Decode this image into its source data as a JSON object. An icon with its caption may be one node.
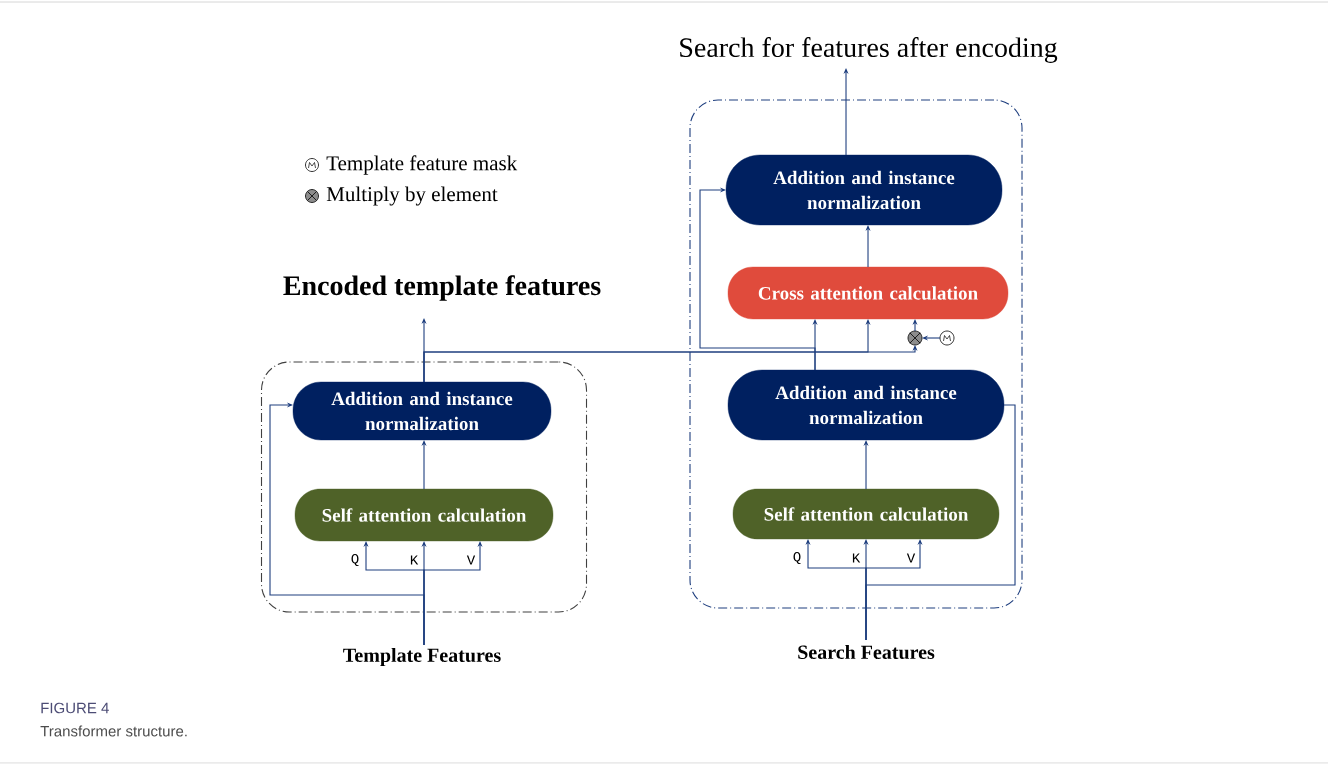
{
  "diagram": {
    "caption": "Transformer structure.",
    "nodes": [
      {
        "text": [],
        "shape": "box"
      },
      {
        "text": [
          "Addition and instance normalization"
        ],
        "in": 0
      },
      {
        "text": [
          "Self attention calculation"
        ],
        "in": 0
      },
      {
        "text": [],
        "shape": "box"
      },
      {
        "text": [
          "Addition and instance normalization"
        ],
        "in": 3
      },
      {
        "text": [
          "Cross attention calculation"
        ],
        "in": 3
      },
      {
        "text": [
          "Addition and instance normalization"
        ],
        "in": 3
      },
      {
        "text": [
          "Self attention calculation"
        ],
        "in": 3
      },
      {
        "text": [],
        "shape": "circle",
        "in": 3
      },
      {
        "text": [],
        "shape": "circle",
        "in": 3
      },
      {
        "text": [
          "Template Features"
        ]
      },
      {
        "text": [
          "Search Features"
        ]
      },
      {
        "text": [
          "Encoded template features"
        ]
      },
      {
        "text": [
          "Search for features after encoding"
        ]
      }
    ],
    "edges": [
      {
        "from": 10,
        "to": 2,
        "arrow": "to",
        "label": "Q"
      },
      {
        "from": 10,
        "to": 2,
        "arrow": "to",
        "label": "K"
      },
      {
        "from": 10,
        "to": 2,
        "arrow": "to",
        "label": "V"
      },
      {
        "from": 10,
        "to": 1,
        "arrow": "to"
      },
      {
        "from": 2,
        "to": 1,
        "arrow": "to"
      },
      {
        "from": 1,
        "to": 12,
        "arrow": "to"
      },
      {
        "from": 1,
        "to": 5,
        "arrow": "to"
      },
      {
        "from": 1,
        "to": 8,
        "arrow": "to"
      },
      {
        "from": 9,
        "to": 8,
        "arrow": "to"
      },
      {
        "from": 8,
        "to": 5,
        "arrow": "to"
      },
      {
        "from": 6,
        "to": 5,
        "arrow": "to"
      },
      {
        "from": 6,
        "to": 4,
        "arrow": "to"
      },
      {
        "from": 5,
        "to": 4,
        "arrow": "to"
      },
      {
        "from": 4,
        "to": 13,
        "arrow": "to"
      },
      {
        "from": 11,
        "to": 7,
        "arrow": "to",
        "label": "Q"
      },
      {
        "from": 11,
        "to": 7,
        "arrow": "to",
        "label": "K"
      },
      {
        "from": 11,
        "to": 7,
        "arrow": "to",
        "label": "V"
      },
      {
        "from": 11,
        "to": 6,
        "arrow": "none"
      },
      {
        "from": 7,
        "to": 6,
        "arrow": "to"
      }
    ],
    "labels": [
      "FIGURE 4"
    ],
    "legend": [
      {
        "text": "Template feature mask"
      },
      {
        "text": "Multiply by element"
      }
    ]
  }
}
